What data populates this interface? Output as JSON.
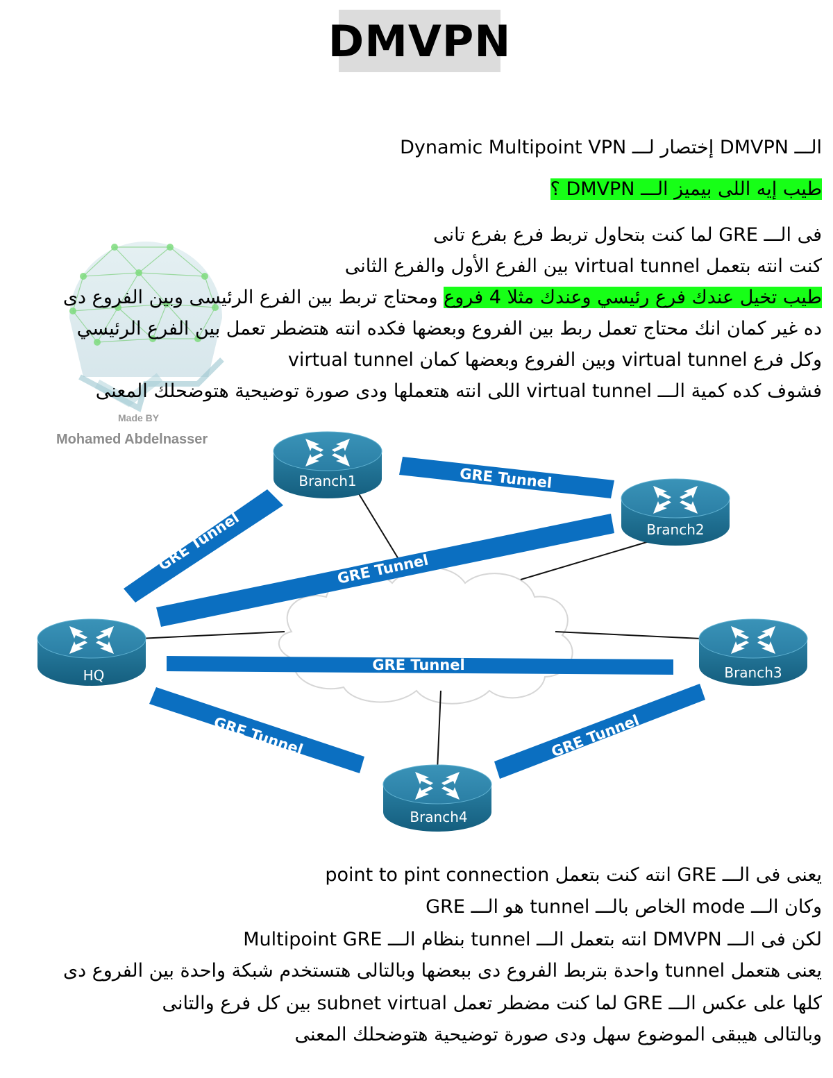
{
  "title": "DMVPN",
  "lines": [
    "الـــ DMVPN إختصار لـــ Dynamic Multipoint VPN",
    "طيب إيه اللى بيميز الـــ DMVPN ؟",
    "فى الـــ GRE لما كنت بتحاول تربط فرع بفرع تانى",
    "كنت انته بتعمل virtual tunnel بين الفرع الأول والفرع الثانى",
    "طيب تخيل عندك فرع رئيسي وعندك مثلا 4 فروع",
    " ومحتاج تربط بين الفرع الرئيسى وبين الفروع دى",
    "ده غير كمان انك محتاج تعمل ربط بين الفروع وبعضها فكده انته هتضطر تعمل بين الفرع الرئيسي",
    "وكل فرع virtual tunnel وبين الفروع وبعضها كمان virtual tunnel",
    "فشوف كده كمية الـــ virtual tunnel اللى انته هتعملها ودى صورة توضيحية هتوضحلك المعنى",
    "يعنى فى الـــ GRE انته كنت بتعمل point to pint connection",
    "وكان الـــ mode الخاص بالـــ tunnel هو الـــ GRE",
    "لكن فى الـــ DMVPN انته بتعمل الـــ tunnel بنظام الـــ  Multipoint GRE",
    "يعنى هتعمل tunnel واحدة بتربط الفروع دى ببعضها وبالتالى هتستخدم شبكة واحدة بين الفروع دى",
    "كلها على عكس الـــ GRE لما كنت مضطر تعمل subnet virtual بين كل فرع والتانى",
    "وبالتالى هيبقى الموضوع سهل  ودى صورة توضيحية هتوضحلك المعنى"
  ],
  "watermark": {
    "made_by": "Made BY",
    "author": "Mohamed Abdelnasser"
  },
  "diagram": {
    "routers": {
      "branch1": "Branch1",
      "branch2": "Branch2",
      "branch3": "Branch3",
      "branch4": "Branch4",
      "hq": "HQ"
    },
    "tunnel_label": "GRE Tunnel"
  },
  "colors": {
    "highlight": "#17ff17",
    "tunnel": "#0b6fc1",
    "router": "#1e7fa6",
    "title_bg": "#dcdcdc"
  }
}
